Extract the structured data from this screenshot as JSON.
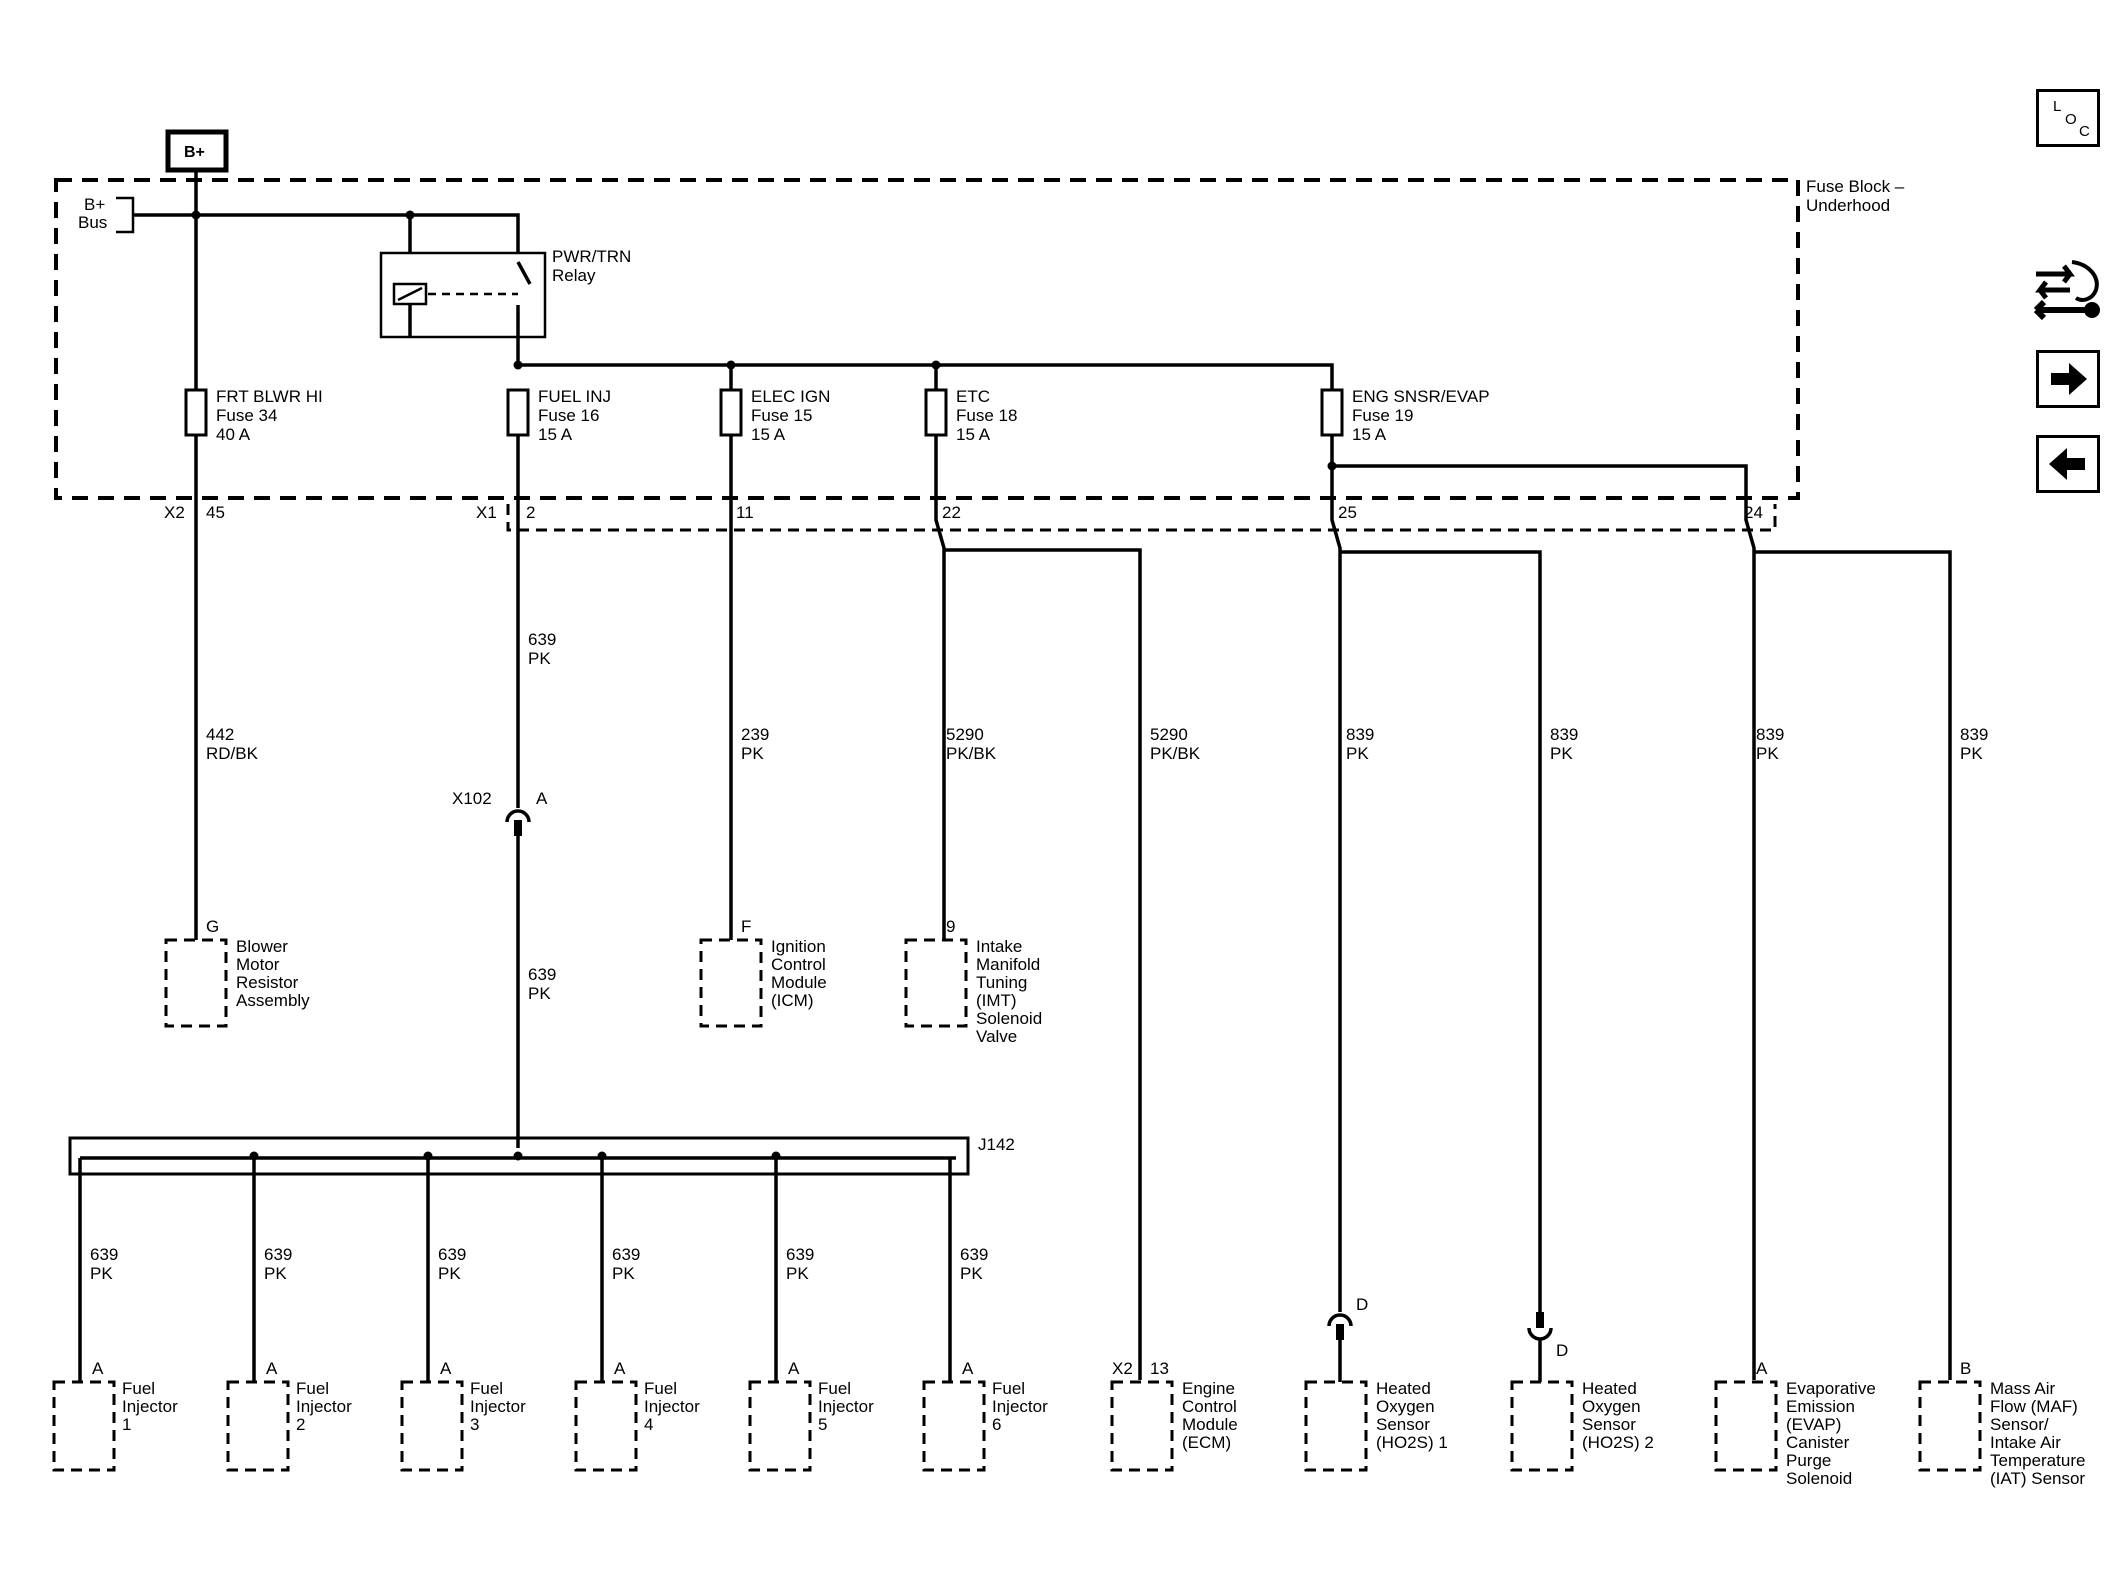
{
  "power_source": "B+",
  "bus": {
    "line1": "B+",
    "line2": "Bus"
  },
  "fuse_block": {
    "line1": "Fuse Block –",
    "line2": "Underhood"
  },
  "relay": {
    "line1": "PWR/TRN",
    "line2": "Relay"
  },
  "fuses": [
    {
      "name": "FRT BLWR HI",
      "number": "Fuse 34",
      "rating": "40 A"
    },
    {
      "name": "FUEL INJ",
      "number": "Fuse 16",
      "rating": "15 A"
    },
    {
      "name": "ELEC IGN",
      "number": "Fuse 15",
      "rating": "15 A"
    },
    {
      "name": "ETC",
      "number": "Fuse 18",
      "rating": "15 A"
    },
    {
      "name": "ENG SNSR/EVAP",
      "number": "Fuse 19",
      "rating": "15 A"
    }
  ],
  "connectors": {
    "x2": "X2",
    "x1": "X1",
    "x102": "X102",
    "x102_pin": "A",
    "j142": "J142"
  },
  "pins": {
    "p45": "45",
    "p2": "2",
    "p11": "11",
    "p22": "22",
    "p25": "25",
    "p24": "24"
  },
  "wires": {
    "w639": {
      "circuit": "639",
      "color": "PK"
    },
    "w442": {
      "circuit": "442",
      "color": "RD/BK"
    },
    "w239": {
      "circuit": "239",
      "color": "PK"
    },
    "w5290": {
      "circuit": "5290",
      "color": "PK/BK"
    },
    "w839": {
      "circuit": "839",
      "color": "PK"
    }
  },
  "mid_components": [
    {
      "pin": "G",
      "lines": [
        "Blower",
        "Motor",
        "Resistor",
        "Assembly"
      ]
    },
    {
      "pin": "F",
      "lines": [
        "Ignition",
        "Control",
        "Module",
        "(ICM)"
      ]
    },
    {
      "pin": "9",
      "lines": [
        "Intake",
        "Manifold",
        "Tuning",
        "(IMT)",
        "Solenoid",
        "Valve"
      ]
    }
  ],
  "injectors": [
    {
      "pin": "A",
      "lines": [
        "Fuel",
        "Injector",
        "1"
      ]
    },
    {
      "pin": "A",
      "lines": [
        "Fuel",
        "Injector",
        "2"
      ]
    },
    {
      "pin": "A",
      "lines": [
        "Fuel",
        "Injector",
        "3"
      ]
    },
    {
      "pin": "A",
      "lines": [
        "Fuel",
        "Injector",
        "4"
      ]
    },
    {
      "pin": "A",
      "lines": [
        "Fuel",
        "Injector",
        "5"
      ]
    },
    {
      "pin": "A",
      "lines": [
        "Fuel",
        "Injector",
        "6"
      ]
    }
  ],
  "ecm": {
    "connector": "X2",
    "pin": "13",
    "lines": [
      "Engine",
      "Control",
      "Module",
      "(ECM)"
    ]
  },
  "ho2s1": {
    "pin": "D",
    "lines": [
      "Heated",
      "Oxygen",
      "Sensor",
      "(HO2S) 1"
    ]
  },
  "ho2s2": {
    "pin": "D",
    "lines": [
      "Heated",
      "Oxygen",
      "Sensor",
      "(HO2S) 2"
    ]
  },
  "evap": {
    "pin": "A",
    "lines": [
      "Evaporative",
      "Emission",
      "(EVAP)",
      "Canister",
      "Purge",
      "Solenoid"
    ]
  },
  "maf": {
    "pin": "B",
    "lines": [
      "Mass Air",
      "Flow (MAF)",
      "Sensor/",
      "Intake Air",
      "Temperature",
      "(IAT) Sensor"
    ]
  },
  "nav": {
    "loc_l": "L",
    "loc_o": "O",
    "loc_c": "C"
  },
  "icons": {
    "loc": "location-icon",
    "wrench": "wrench-arrows-icon",
    "next": "arrow-right-icon",
    "prev": "arrow-left-icon"
  }
}
